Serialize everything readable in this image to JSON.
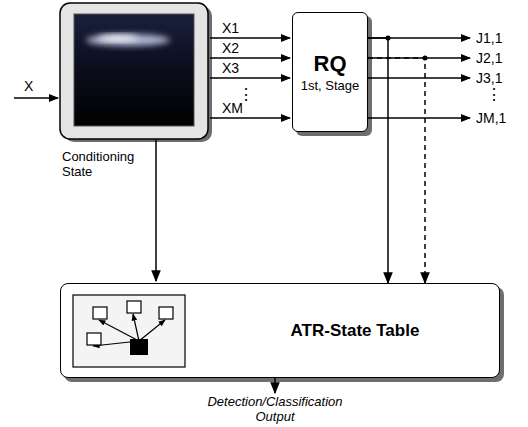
{
  "diagram": {
    "nodes": [
      {
        "text": [
          "RQ",
          "1st, Stage"
        ]
      },
      {
        "text": [
          "ATR-State Table"
        ]
      }
    ],
    "edges": [
      {
        "from": 0,
        "to": 1,
        "arrow": "to"
      },
      {
        "from": 0,
        "to": 1,
        "arrow": "to"
      }
    ],
    "labels": [
      "X",
      "X1",
      "X2",
      "X3",
      "⋮",
      "XM",
      "J1,1",
      "J2,1",
      "J3,1",
      "⋮",
      "JM,1",
      "Conditioning State",
      "Detection/Classification Output"
    ]
  }
}
